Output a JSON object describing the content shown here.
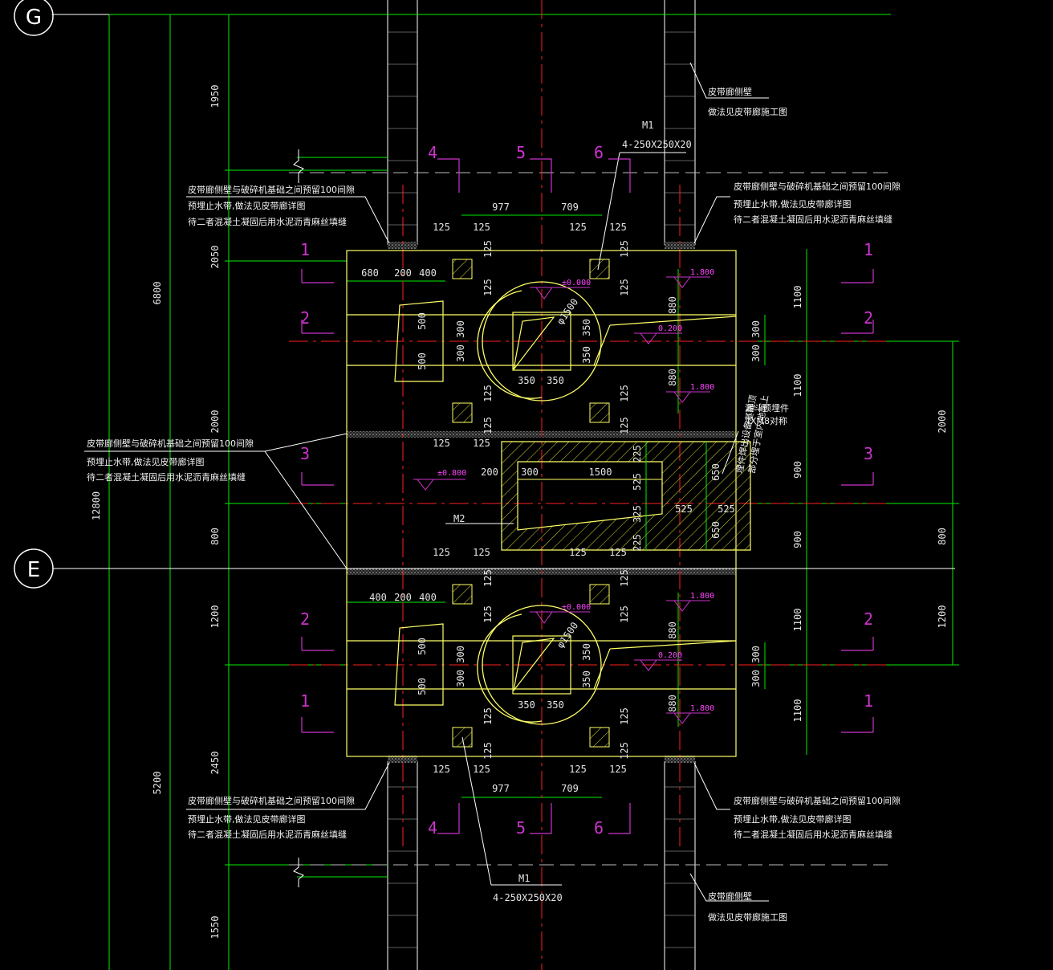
{
  "axes": {
    "top": "G",
    "bottom": "E"
  },
  "left_dims": {
    "d1950": "1950",
    "d2050": "2050",
    "d2000": "2000",
    "d800": "800",
    "d1200": "1200",
    "d2450": "2450",
    "d1550": "1550",
    "d6800": "6800",
    "d12800": "12800",
    "d5200": "5200"
  },
  "right_dims": {
    "r1100a": "1100",
    "r1100b": "1100",
    "r900a": "900",
    "r900b": "900",
    "r1100c": "1100",
    "r1100d": "1100",
    "r300a": "300",
    "r300b": "300",
    "r2000": "2000",
    "r800": "800",
    "r1200": "1200"
  },
  "top_dims": {
    "d977": "977",
    "d709": "709",
    "d125": "125",
    "d680": "680",
    "d200": "200",
    "d400": "400",
    "d500": "500",
    "d300": "300",
    "d350": "350",
    "d880": "880",
    "d1500": "1500",
    "d525": "525",
    "d325": "325",
    "d225": "225",
    "d650": "650"
  },
  "elevations": {
    "e0": "±0.000",
    "e200": "0.200",
    "e1800": "1.800",
    "e800": "±0.800"
  },
  "diameter": "φ1500",
  "sections": {
    "s1": "1",
    "s2": "2",
    "s3": "3",
    "s4": "4",
    "s5": "5",
    "s6": "6"
  },
  "embedded": {
    "m1": "M1",
    "m1_spec": "4-250X250X20",
    "m2": "M2",
    "bolt_title": "漏斗预埋件",
    "bolt_spec": "4XM8对称",
    "bolt_note1": "埋件焊出设备基础顶",
    "bolt_note2": "部分埋于室内地面上"
  },
  "notes": {
    "gap_line1": "皮带廊侧壁与破碎机基础之间预留100间隙",
    "gap_line2": "预埋止水带,做法见皮带廊详图",
    "gap_line3": "待二者混凝土凝固后用水泥沥青麻丝填缝",
    "wall_line1": "皮带廊侧壁",
    "wall_line2": "做法见皮带廊施工图"
  },
  "colors": {
    "background": "#000000",
    "grid_green": "#00ff00",
    "center_red": "#ff2020",
    "outline_yellow": "#ffff66",
    "magenta": "#cc33cc",
    "white": "#ffffff"
  }
}
